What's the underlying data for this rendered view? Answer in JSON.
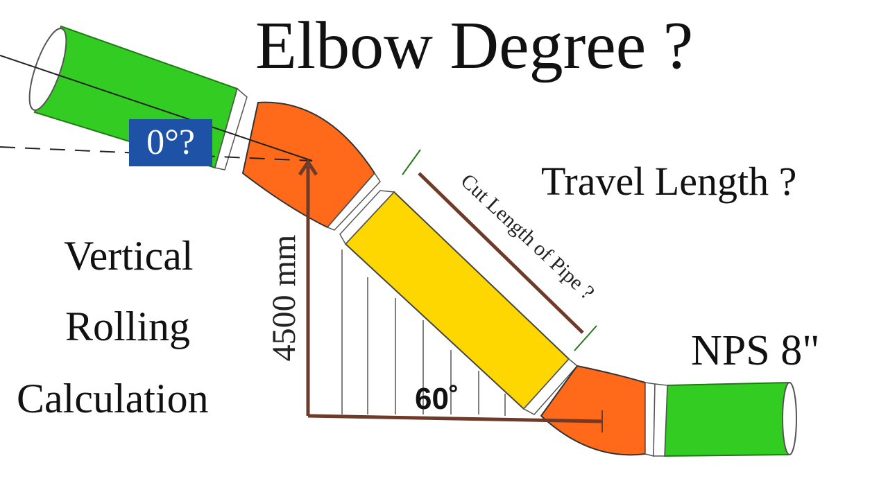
{
  "title": "Elbow Degree ?",
  "travel_label": "Travel Length ?",
  "nps_label": "NPS 8\"",
  "side_text": [
    "Vertical",
    "Rolling",
    "Calculation"
  ],
  "angle_badge": "0°?",
  "vertical_dimension": "4500 mm",
  "angle_label": "60˚",
  "cut_length_label": "Cut Length of Pipe ?",
  "colors": {
    "pipe_green": "#33cc22",
    "elbow_orange": "#ff6a1a",
    "pipe_yellow": "#ffd700",
    "badge_blue": "#1d52a6",
    "dimension_brown": "#6e3a2a"
  }
}
